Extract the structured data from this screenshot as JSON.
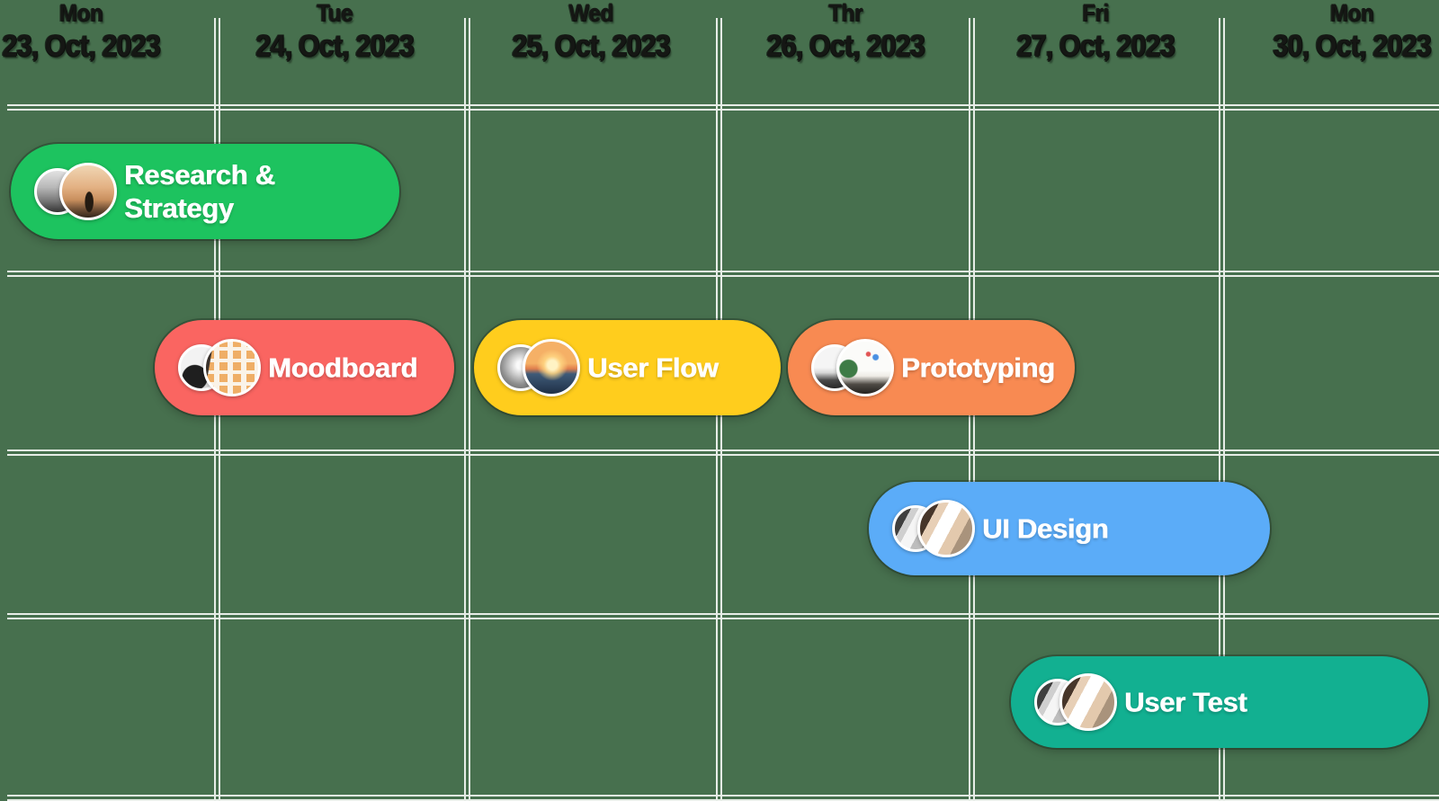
{
  "board": {
    "background_color": "#47704E",
    "grid_line_color": "#E7EDE7"
  },
  "columns": [
    {
      "day": "Mon",
      "date": "23, Oct, 2023"
    },
    {
      "day": "Tue",
      "date": "24, Oct, 2023"
    },
    {
      "day": "Wed",
      "date": "25, Oct, 2023"
    },
    {
      "day": "Thr",
      "date": "26, Oct, 2023"
    },
    {
      "day": "Fri",
      "date": "27, Oct, 2023"
    },
    {
      "day": "Mon",
      "date": "30, Oct, 2023"
    }
  ],
  "tasks": [
    {
      "label": "Research & Strategy",
      "color": "#1DC35F",
      "avatars": [
        "clouds-photo-grayscale",
        "sunset-field-photo"
      ]
    },
    {
      "label": "Moodboard",
      "color": "#FA6561",
      "avatars": [
        "workshop-photo-grayscale",
        "sticky-notes-photo"
      ]
    },
    {
      "label": "User Flow",
      "color": "#FFCD1D",
      "avatars": [
        "lightbulb-photo-grayscale",
        "lightbulb-sunset-photo"
      ]
    },
    {
      "label": "Prototyping",
      "color": "#F88A52",
      "avatars": [
        "desk-photo-grayscale",
        "desk-plant-photo"
      ]
    },
    {
      "label": "UI Design",
      "color": "#5BACF8",
      "avatars": [
        "phone-hand-photo-grayscale",
        "phone-hand-photo-color"
      ]
    },
    {
      "label": "User Test",
      "color": "#12B091",
      "avatars": [
        "phone-hand-photo-grayscale",
        "phone-hand-photo-color"
      ]
    }
  ],
  "chart_data": {
    "type": "bar",
    "subtype": "gantt-timeline",
    "title": "",
    "x_axis_columns": [
      "Mon 23, Oct, 2023",
      "Tue 24, Oct, 2023",
      "Wed 25, Oct, 2023",
      "Thr 26, Oct, 2023",
      "Fri 27, Oct, 2023",
      "Mon 30, Oct, 2023"
    ],
    "grid": true,
    "rows": [
      {
        "label": "Research & Strategy",
        "color": "#1DC35F",
        "row": 1,
        "start_col": 0.05,
        "end_col": 1.74,
        "start_day": "Mon 23 Oct 2023",
        "end_day": "Tue 24 Oct 2023 (mid)"
      },
      {
        "label": "Moodboard",
        "color": "#FA6561",
        "row": 2,
        "start_col": 0.72,
        "end_col": 1.96,
        "start_day": "Mon 23 Oct 2023 (late)",
        "end_day": "Tue 24 Oct 2023 (end)"
      },
      {
        "label": "User Flow",
        "color": "#FFCD1D",
        "row": 2,
        "start_col": 2.04,
        "end_col": 3.26,
        "start_day": "Wed 25 Oct 2023",
        "end_day": "Thr 26 Oct 2023 (early)"
      },
      {
        "label": "Prototyping",
        "color": "#F88A52",
        "row": 2,
        "start_col": 3.29,
        "end_col": 4.42,
        "start_day": "Thr 26 Oct 2023",
        "end_day": "Fri 27 Oct 2023 (mid)"
      },
      {
        "label": "UI Design",
        "color": "#5BACF8",
        "row": 3,
        "start_col": 3.61,
        "end_col": 5.22,
        "start_day": "Thr 26 Oct 2023 (mid)",
        "end_day": "Mon 30 Oct 2023 (early)"
      },
      {
        "label": "User Test",
        "color": "#12B091",
        "row": 4,
        "start_col": 4.16,
        "end_col": 5.95,
        "start_day": "Fri 27 Oct 2023",
        "end_day": "Mon 30 Oct 2023"
      }
    ]
  }
}
